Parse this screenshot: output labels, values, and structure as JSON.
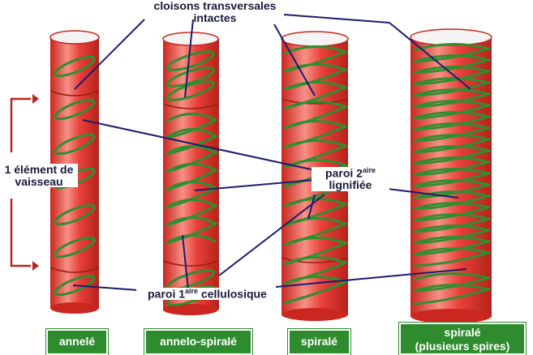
{
  "labels": {
    "top_line1": "cloisons transversales",
    "top_line2": "intactes",
    "element_line1": "1 élément de",
    "element_line2": "vaisseau",
    "paroi2_prefix": "paroi 2",
    "paroi2_sup": "aire",
    "paroi2_line2": "lignifiée",
    "paroi1_prefix": "paroi 1",
    "paroi1_sup": "aire",
    "paroi1_suffix": " cellulosique"
  },
  "vessels": [
    {
      "name": "annelé"
    },
    {
      "name": "annelo-spiralé"
    },
    {
      "name": "spiralé"
    },
    {
      "name": "spiralé",
      "name2": "(plusieurs spires)"
    }
  ],
  "colors": {
    "tube": "#e8413a",
    "tube_light": "#f79086",
    "tube_dark": "#c9271f",
    "ring": "#2f8f2f",
    "line": "#1c1c6e",
    "arrow": "#b5261e",
    "box": "#2e8b2e"
  }
}
